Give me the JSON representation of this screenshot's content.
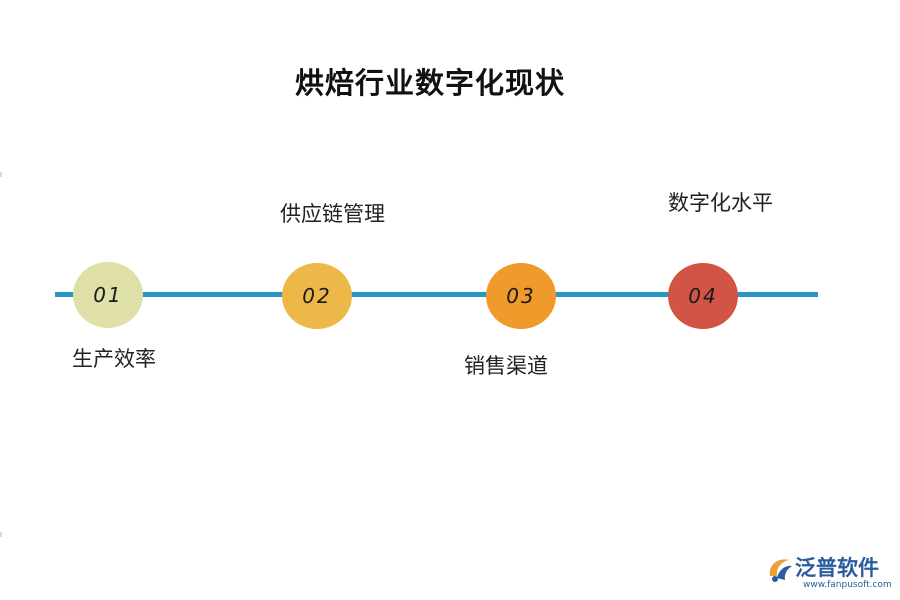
{
  "title": "烘焙行业数字化现状",
  "steps": [
    {
      "number": "01",
      "label": "生产效率",
      "color": "#dfe0a8"
    },
    {
      "number": "02",
      "label": "供应链管理",
      "color": "#edb848"
    },
    {
      "number": "03",
      "label": "销售渠道",
      "color": "#f09a2c"
    },
    {
      "number": "04",
      "label": "数字化水平",
      "color": "#d25446"
    }
  ],
  "line_color": "#2a96c6",
  "logo": {
    "name": "泛普软件",
    "url": "www.fanpusoft.com",
    "icon": "fanpu-logo-icon",
    "color": "#2b5c9e"
  }
}
